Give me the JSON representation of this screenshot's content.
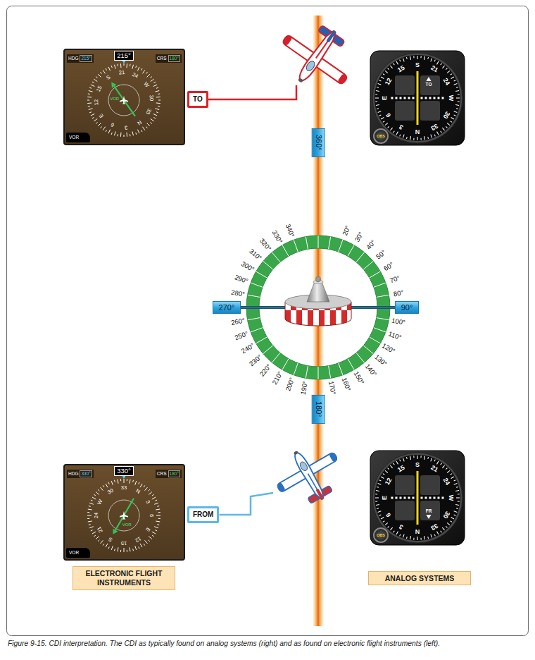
{
  "diagram": {
    "caption": "Figure 9-15. CDI interpretation. The CDI as typically found on analog systems (right) and as found on electronic flight instruments (left).",
    "nodes": [
      {
        "text": [
          "215°"
        ]
      },
      {
        "text": [
          "HDG",
          "215°"
        ]
      },
      {
        "text": [
          "CRS",
          "180°"
        ]
      },
      {
        "text": [
          "TO"
        ]
      },
      {
        "text": [
          "VOR"
        ]
      },
      {
        "text": [
          "OBS"
        ]
      },
      {
        "text": [
          "360°"
        ]
      },
      {
        "text": [
          "270°"
        ]
      },
      {
        "text": [
          "90°"
        ]
      },
      {
        "text": [
          "180°"
        ]
      },
      {
        "text": [
          "330°"
        ]
      },
      {
        "text": [
          "HDG",
          "330°"
        ]
      },
      {
        "text": [
          "CRS",
          "180°"
        ]
      },
      {
        "text": [
          "FROM"
        ]
      },
      {
        "text": [
          "VOR"
        ]
      },
      {
        "text": [
          "OBS"
        ]
      },
      {
        "text": [
          "ELECTRONIC FLIGHT INSTRUMENTS"
        ]
      },
      {
        "text": [
          "ANALOG SYSTEMS"
        ]
      }
    ],
    "labels": [
      "N",
      "3",
      "6",
      "E",
      "12",
      "15",
      "S",
      "21",
      "24",
      "W",
      "30",
      "33",
      "VOR",
      "N",
      "3",
      "6",
      "E",
      "12",
      "15",
      "S",
      "21",
      "24",
      "W",
      "30",
      "33",
      "TO",
      "20°",
      "30°",
      "40°",
      "50°",
      "60°",
      "70°",
      "80°",
      "100°",
      "110°",
      "120°",
      "130°",
      "140°",
      "150°",
      "160°",
      "170°",
      "190°",
      "200°",
      "210°",
      "220°",
      "230°",
      "240°",
      "250°",
      "260°",
      "280°",
      "290°",
      "300°",
      "310°",
      "320°",
      "330°",
      "340°",
      "N",
      "3",
      "6",
      "E",
      "12",
      "15",
      "S",
      "21",
      "24",
      "W",
      "30",
      "33",
      "VOR",
      "N",
      "3",
      "6",
      "E",
      "12",
      "15",
      "S",
      "21",
      "24",
      "W",
      "30",
      "33",
      "FR"
    ]
  }
}
